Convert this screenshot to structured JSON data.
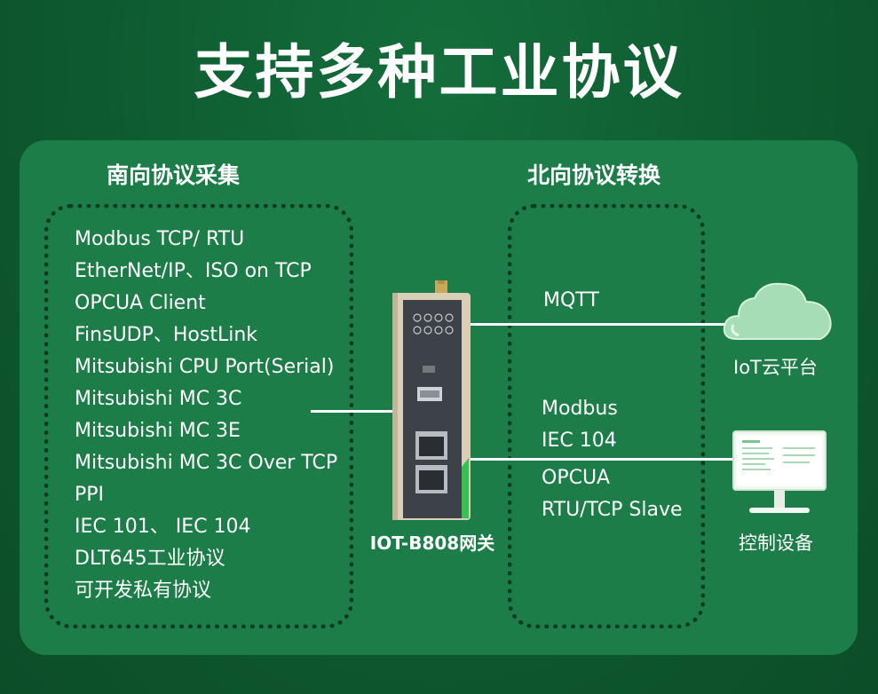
{
  "title": "支持多种工业协议",
  "south": {
    "heading": "南向协议采集",
    "items": [
      "Modbus TCP/ RTU",
      "EtherNet/IP、ISO on TCP",
      "OPCUA Client",
      "FinsUDP、HostLink",
      "Mitsubishi CPU Port(Serial)",
      "Mitsubishi MC 3C",
      "Mitsubishi MC 3E",
      "Mitsubishi MC 3C Over TCP",
      "PPI",
      "IEC 101、 IEC 104",
      "DLT645工业协议",
      "可开发私有协议"
    ]
  },
  "north": {
    "heading": "北向协议转换",
    "mqtt": "MQTT",
    "modbus": "Modbus",
    "iec104": "IEC 104",
    "opcua": "OPCUA",
    "rtu_tcp_slave": "RTU/TCP Slave"
  },
  "device": {
    "label": "IOT-B808网关"
  },
  "targets": {
    "cloud": "IoT云平台",
    "control": "控制设备"
  },
  "colors": {
    "background": "#0f5a30",
    "panel": "#1c7d49",
    "dots": "#0f3b22",
    "accent_green": "#34c24f",
    "device_body": "#d8cfb8"
  }
}
